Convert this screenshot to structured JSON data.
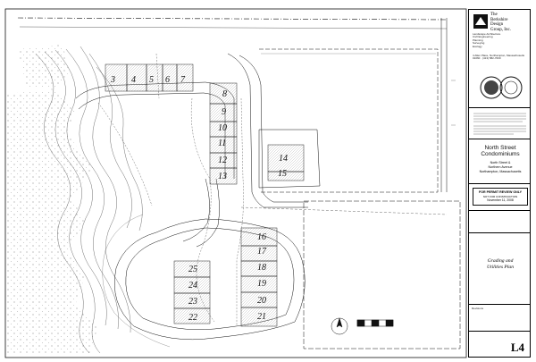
{
  "firm": {
    "line1": "The",
    "line2": "Berkshire",
    "line3": "Design",
    "line4": "Group, Inc."
  },
  "firm_services": [
    "Landscape Architecture",
    "Civil Engineering",
    "Planning",
    "Surveying",
    "Ecology"
  ],
  "firm_contact": "4 Allen Place, Northampton, Massachusetts 01060 · (413) 582-7000",
  "project": {
    "title_line1": "North Street",
    "title_line2": "Condominiums",
    "address_line1": "North Street &",
    "address_line2": "Northern Avenue",
    "address_line3": "Northampton, Massachusetts"
  },
  "permit": {
    "title": "FOR PERMIT REVIEW ONLY",
    "subtitle": "NOT FOR CONSTRUCTION",
    "date": "November 11, 2008"
  },
  "sheet": {
    "title_line1": "Grading and",
    "title_line2": "Utilities Plan",
    "number": "L4"
  },
  "revisions_label": "Revisions",
  "lots": [
    "3",
    "4",
    "5",
    "6",
    "7",
    "8",
    "9",
    "10",
    "11",
    "12",
    "13",
    "14",
    "15",
    "16",
    "17",
    "18",
    "19",
    "20",
    "21",
    "22",
    "23",
    "24",
    "25"
  ],
  "colors": {
    "ink": "#111111",
    "paper": "#ffffff",
    "hatch": "#555555"
  }
}
